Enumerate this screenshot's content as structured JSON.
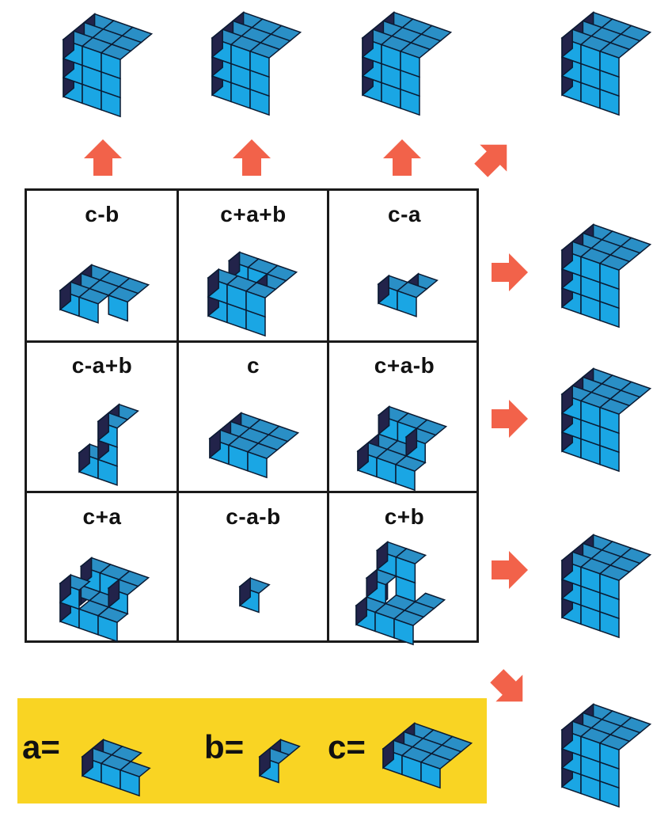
{
  "colors": {
    "top": "#2a8fc6",
    "front": "#1aa6e4",
    "side": "#22234a",
    "edge": "#0b1b33",
    "arrow": "#f2624a",
    "legend_bg": "#f9d423"
  },
  "grid": {
    "cells": [
      {
        "label": "c-b",
        "voxels": [
          [
            0,
            0,
            0
          ],
          [
            1,
            0,
            0
          ],
          [
            0,
            1,
            0
          ],
          [
            1,
            1,
            0
          ],
          [
            2,
            1,
            0
          ],
          [
            2,
            2,
            0
          ],
          [
            1,
            2,
            0
          ],
          [
            0,
            2,
            0
          ]
        ]
      },
      {
        "label": "c+a+b",
        "voxels": [
          [
            0,
            0,
            0
          ],
          [
            1,
            0,
            0
          ],
          [
            2,
            0,
            0
          ],
          [
            0,
            1,
            0
          ],
          [
            1,
            1,
            0
          ],
          [
            2,
            1,
            0
          ],
          [
            0,
            2,
            0
          ],
          [
            1,
            2,
            0
          ],
          [
            2,
            2,
            0
          ],
          [
            0,
            0,
            1
          ],
          [
            1,
            0,
            1
          ],
          [
            2,
            0,
            1
          ],
          [
            2,
            1,
            1
          ],
          [
            0,
            2,
            1
          ],
          [
            1,
            2,
            1
          ],
          [
            2,
            2,
            1
          ]
        ]
      },
      {
        "label": "c-a",
        "voxels": [
          [
            0,
            0,
            0
          ],
          [
            1,
            0,
            0
          ],
          [
            1,
            1,
            0
          ]
        ]
      },
      {
        "label": "c-a+b",
        "voxels": [
          [
            0,
            0,
            0
          ],
          [
            1,
            0,
            0
          ],
          [
            1,
            0,
            1
          ],
          [
            1,
            0,
            2
          ],
          [
            1,
            1,
            2
          ]
        ]
      },
      {
        "label": "c",
        "voxels": [
          [
            0,
            0,
            0
          ],
          [
            1,
            0,
            0
          ],
          [
            2,
            0,
            0
          ],
          [
            0,
            1,
            0
          ],
          [
            1,
            1,
            0
          ],
          [
            2,
            1,
            0
          ],
          [
            0,
            2,
            0
          ],
          [
            1,
            2,
            0
          ],
          [
            2,
            2,
            0
          ]
        ]
      },
      {
        "label": "c+a-b",
        "voxels": [
          [
            0,
            0,
            0
          ],
          [
            1,
            0,
            0
          ],
          [
            2,
            0,
            0
          ],
          [
            0,
            1,
            0
          ],
          [
            1,
            1,
            0
          ],
          [
            2,
            1,
            0
          ],
          [
            0,
            2,
            0
          ],
          [
            1,
            2,
            0
          ],
          [
            2,
            2,
            0
          ],
          [
            0,
            2,
            1
          ],
          [
            1,
            2,
            1
          ],
          [
            2,
            2,
            1
          ],
          [
            2,
            1,
            1
          ]
        ]
      },
      {
        "label": "c+a",
        "voxels": [
          [
            0,
            0,
            0
          ],
          [
            1,
            0,
            0
          ],
          [
            2,
            0,
            0
          ],
          [
            0,
            1,
            0
          ],
          [
            1,
            1,
            0
          ],
          [
            2,
            1,
            0
          ],
          [
            0,
            2,
            0
          ],
          [
            1,
            2,
            0
          ],
          [
            2,
            2,
            0
          ],
          [
            0,
            0,
            1
          ],
          [
            1,
            2,
            1
          ],
          [
            0,
            2,
            1
          ],
          [
            2,
            2,
            1
          ],
          [
            2,
            1,
            1
          ]
        ]
      },
      {
        "label": "c-a-b",
        "voxels": [
          [
            0,
            0,
            0
          ]
        ]
      },
      {
        "label": "c+b",
        "voxels": [
          [
            0,
            0,
            0
          ],
          [
            1,
            0,
            0
          ],
          [
            2,
            0,
            0
          ],
          [
            0,
            1,
            0
          ],
          [
            1,
            1,
            0
          ],
          [
            2,
            1,
            0
          ],
          [
            0,
            2,
            0
          ],
          [
            1,
            2,
            0
          ],
          [
            2,
            2,
            0
          ],
          [
            0,
            2,
            1
          ],
          [
            1,
            2,
            1
          ],
          [
            0,
            1,
            1
          ],
          [
            0,
            2,
            2
          ],
          [
            1,
            2,
            2
          ]
        ]
      }
    ]
  },
  "legend": {
    "items": [
      {
        "label": "a=",
        "voxels": [
          [
            0,
            0,
            0
          ],
          [
            1,
            0,
            0
          ],
          [
            2,
            0,
            0
          ],
          [
            0,
            1,
            0
          ],
          [
            1,
            1,
            0
          ]
        ]
      },
      {
        "label": "b=",
        "voxels": [
          [
            0,
            0,
            0
          ],
          [
            0,
            1,
            0
          ]
        ]
      },
      {
        "label": "c=",
        "voxels": [
          [
            0,
            0,
            0
          ],
          [
            1,
            0,
            0
          ],
          [
            2,
            0,
            0
          ],
          [
            0,
            1,
            0
          ],
          [
            1,
            1,
            0
          ],
          [
            2,
            1,
            0
          ],
          [
            0,
            2,
            0
          ],
          [
            1,
            2,
            0
          ],
          [
            2,
            2,
            0
          ]
        ]
      }
    ]
  },
  "result_cube": {
    "n": 3
  }
}
